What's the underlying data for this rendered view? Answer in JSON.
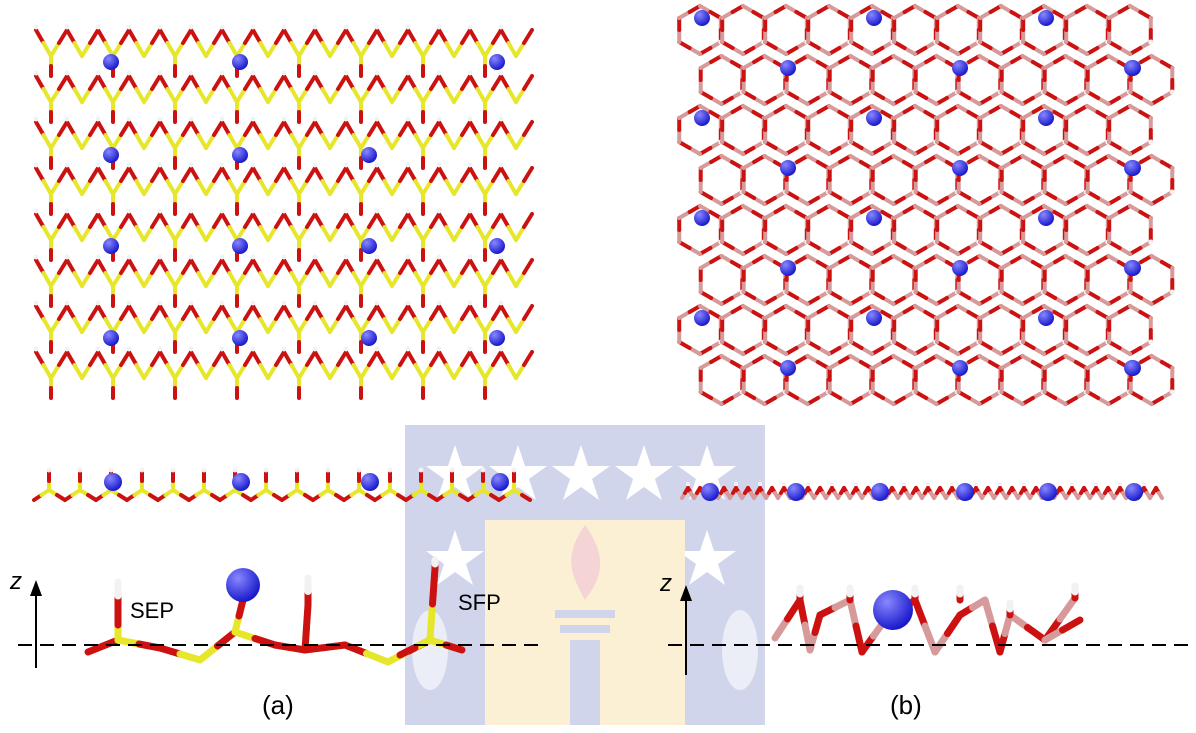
{
  "panels": [
    {
      "caption": "(a)",
      "axis_label": "z",
      "site_labels": [
        "SEP",
        "SFP"
      ],
      "framework": "silica",
      "atom_colors": {
        "si": "#e6e62a",
        "o": "#cc1111",
        "h": "#f2f2f2",
        "adsorbate": "#1a1acc"
      }
    },
    {
      "caption": "(b)",
      "axis_label": "z",
      "framework": "alumina",
      "atom_colors": {
        "al": "#d79a9a",
        "o": "#cc1111",
        "h": "#f2f2f2",
        "adsorbate": "#1a1acc"
      }
    }
  ],
  "watermark": {
    "colors": {
      "blue": "#3344a8",
      "gold": "#f0c040",
      "red": "#d04040"
    }
  }
}
